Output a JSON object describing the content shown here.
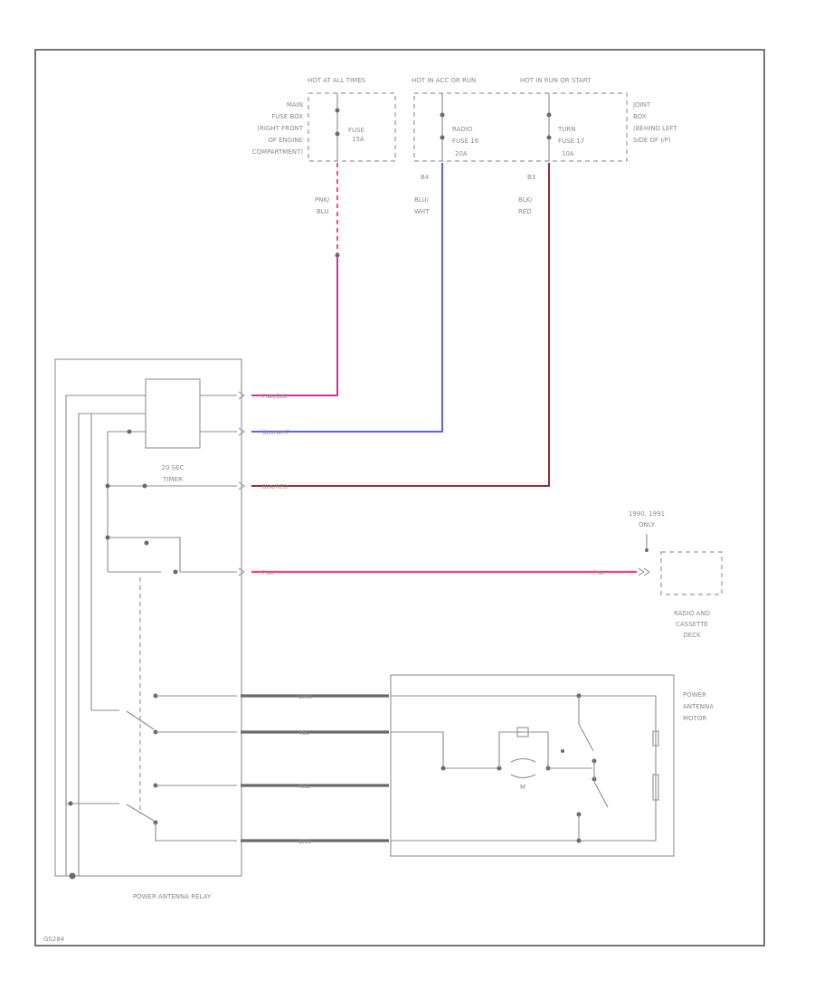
{
  "diagram": {
    "fuses": [
      {
        "id": "main",
        "header": "HOT AT ALL TIMES",
        "label_lines": [
          "FUSE",
          "15A"
        ]
      },
      {
        "id": "radio",
        "header": "HOT IN ACC OR RUN",
        "label_lines": [
          "RADIO",
          "FUSE 16",
          "20A"
        ]
      },
      {
        "id": "turn",
        "header": "HOT IN RUN OR START",
        "label_lines": [
          "TURN",
          "FUSE 17",
          "10A"
        ]
      }
    ],
    "main_fuse_box_lines": [
      "MAIN",
      "FUSE BOX",
      "(RIGHT FRONT",
      "OF ENGINE",
      "COMPARTMENT)"
    ],
    "joint_box_lines": [
      "JOINT",
      "BOX",
      "(BEHIND LEFT",
      "SIDE OF I/P)"
    ],
    "wire_color_labels": [
      {
        "id": "pnk-blu",
        "lines": [
          "PNK/",
          "BLU"
        ]
      },
      {
        "id": "blu-wht",
        "lines": [
          "BLU/",
          "WHT"
        ]
      },
      {
        "id": "blk-red",
        "lines": [
          "BLK/",
          "RED"
        ]
      }
    ],
    "connector_labels": [
      "B4",
      "B3"
    ],
    "relay_wire_labels": [
      "PNK/BLU",
      "BLU/WHT",
      "BLK/RED",
      "PNK"
    ],
    "relay_inner_lines": [
      "20 SEC",
      "TIMER"
    ],
    "relay_label": "POWER ANTENNA RELAY",
    "radio_note_lines": [
      "1990, 1991",
      "ONLY"
    ],
    "radio_wire_label": "PNK",
    "radio_deck_lines": [
      "RADIO AND",
      "CASSETTE",
      "DECK"
    ],
    "antenna_motor_lines": [
      "POWER",
      "ANTENNA",
      "MOTOR"
    ],
    "motor_wire_labels": [
      "GRN",
      "YEL",
      "RED",
      "BRN"
    ],
    "motor_symbol": "M",
    "figure_id": "G0284"
  },
  "colors": {
    "pnk_blu": "#d030a8",
    "pnk_dash": "#ff4a7a",
    "blu_wht": "#6060f0",
    "blk_red": "#9a2a3a",
    "pnk": "#ff3c7c",
    "heavy": "#6a6a6a"
  }
}
